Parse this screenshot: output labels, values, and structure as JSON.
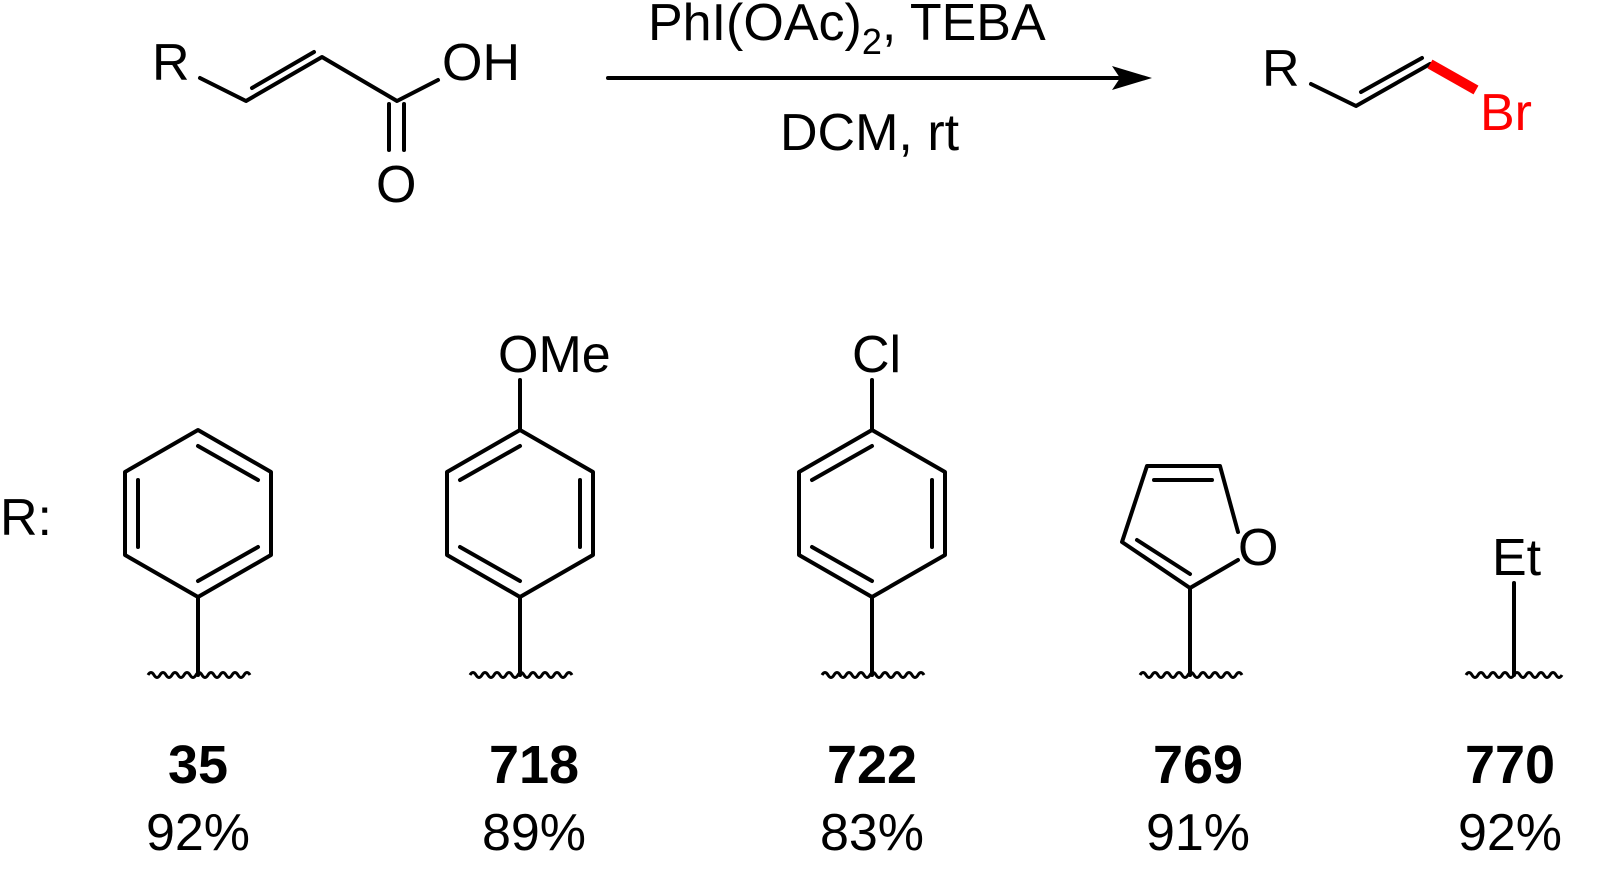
{
  "reaction": {
    "reactant": {
      "substituent_label": "R",
      "oh_label": "OH",
      "o_label": "O"
    },
    "conditions": {
      "reagent_main": "PhI(OAc)",
      "reagent_subscript": "2",
      "reagent_rest": ", TEBA",
      "solvent_temp": "DCM, rt"
    },
    "product": {
      "substituent_label": "R",
      "halogen_label": "Br",
      "halogen_color": "#ff0000"
    }
  },
  "substituents": {
    "row_label": "R:",
    "items": [
      {
        "group": "phenyl",
        "substituent": "",
        "compound": "35",
        "yield": "92%"
      },
      {
        "group": "4-methoxyphenyl",
        "substituent": "OMe",
        "compound": "718",
        "yield": "89%"
      },
      {
        "group": "4-chlorophenyl",
        "substituent": "Cl",
        "compound": "722",
        "yield": "83%"
      },
      {
        "group": "2-furyl",
        "substituent": "O",
        "compound": "769",
        "yield": "91%"
      },
      {
        "group": "ethyl",
        "substituent": "Et",
        "compound": "770",
        "yield": "92%"
      }
    ]
  }
}
